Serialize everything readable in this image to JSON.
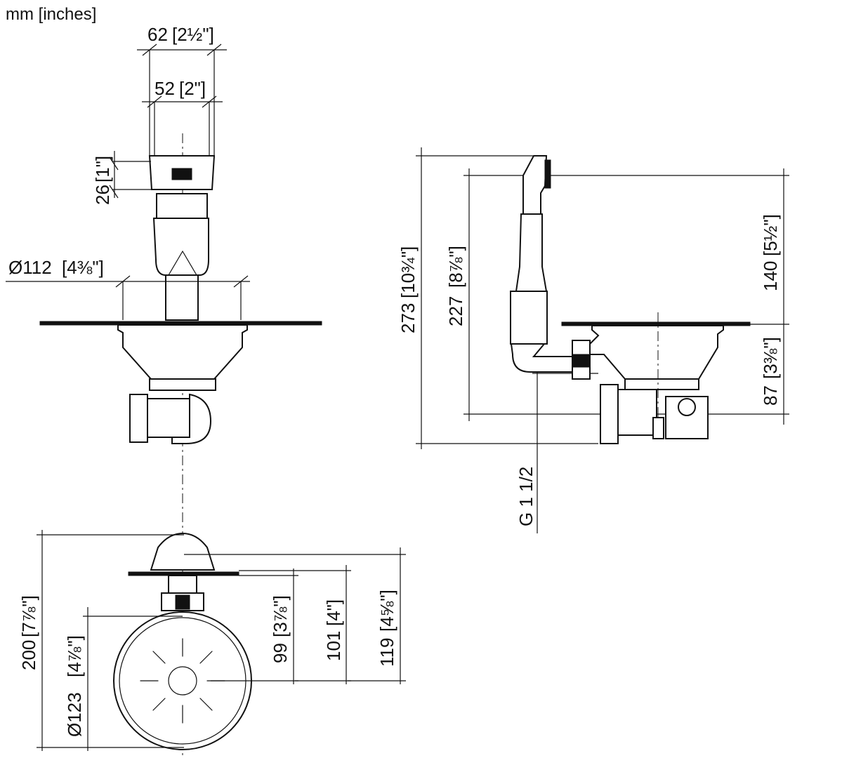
{
  "units_label": "mm [inches]",
  "front_view": {
    "dims": [
      {
        "id": "width-outer",
        "mm": "62",
        "inch": "[2½\"]"
      },
      {
        "id": "width-inner",
        "mm": "52",
        "inch": "[2\"]"
      },
      {
        "id": "head-height",
        "mm": "26",
        "inch": "[1\"]"
      },
      {
        "id": "bowl-diameter",
        "mm": "Ø112",
        "inch": "[4⅜\"]"
      }
    ]
  },
  "bottom_view": {
    "dims": [
      {
        "id": "overall-200",
        "mm": "200",
        "inch": "[7⅞\"]"
      },
      {
        "id": "diameter-123",
        "mm": "Ø123",
        "inch": "[4⅞\"]"
      },
      {
        "id": "depth-99",
        "mm": "99",
        "inch": "[3⅞\"]"
      },
      {
        "id": "depth-101",
        "mm": "101",
        "inch": "[4\"]"
      },
      {
        "id": "depth-119",
        "mm": "119",
        "inch": "[4⅝\"]"
      }
    ]
  },
  "side_view": {
    "dims": [
      {
        "id": "height-273",
        "mm": "273",
        "inch": "[10¾\"]"
      },
      {
        "id": "height-227",
        "mm": "227",
        "inch": "[8⅞\"]"
      },
      {
        "id": "height-140",
        "mm": "140",
        "inch": "[5½\"]"
      },
      {
        "id": "height-87",
        "mm": "87",
        "inch": "[3⅜\"]"
      }
    ],
    "thread_label": "G 1 1/2"
  }
}
